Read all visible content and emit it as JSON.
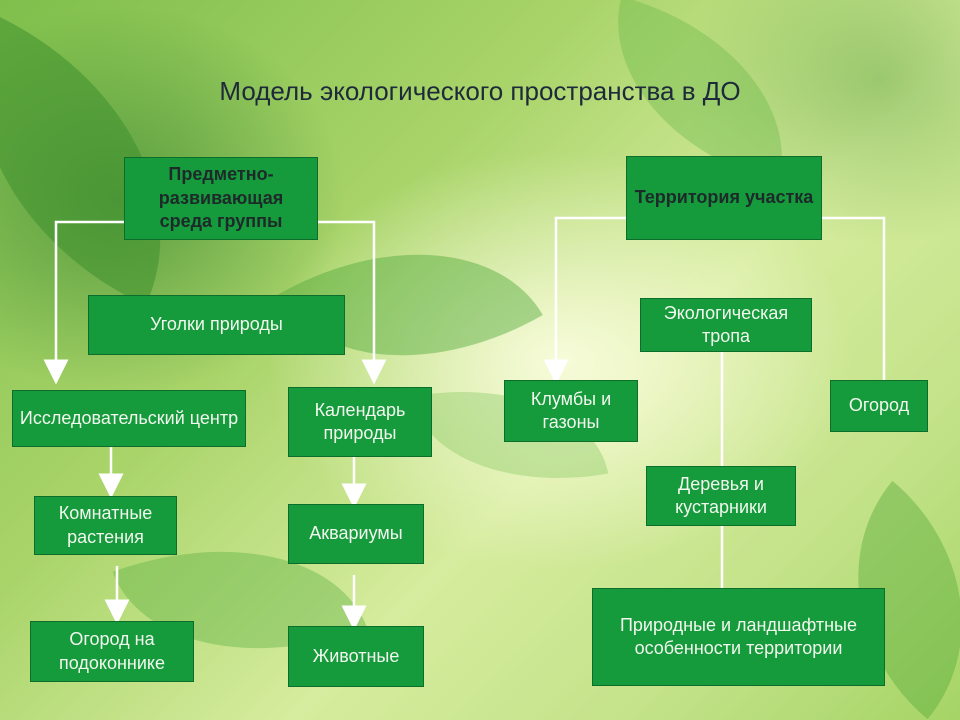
{
  "title": "Модель экологического пространства в  ДО",
  "nodes": {
    "predmetno": "Предметно-развивающая среда группы",
    "territoria": "Территория участка",
    "ugolki": "Уголки природы",
    "eko_tropa": "Экологическая тропа",
    "issled": "Исследовательский центр",
    "kalendar": "Календарь природы",
    "klumby": "Клумбы и газоны",
    "ogorod": "Огород",
    "komnatnye": "Комнатные растения",
    "akvariumy": "Аквариумы",
    "derevya": "Деревья и кустарники",
    "ogorod_podokonnik": "Огород на подоконнике",
    "zhivotnye": "Животные",
    "prirodnye": "Природные и ландшафтные особенности территории"
  },
  "colors": {
    "box_fill": "#159a3c",
    "box_text": "#f2f8ee",
    "connector": "#ffffff",
    "title_text": "#1e2a3a"
  }
}
